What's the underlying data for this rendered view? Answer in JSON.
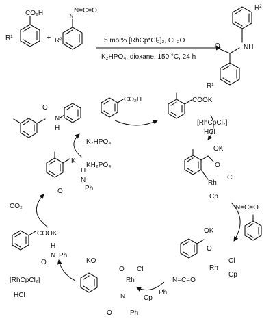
{
  "reaction": {
    "acid_group": "CO₂H",
    "acid_substituent": "R¹",
    "isocyanate_group": "N=C=O",
    "iso_substituent": "R²",
    "plus": "+",
    "conditions_line1": "5 mol% [RhCp*Cl₂]₂, Cu₂O",
    "conditions_line2": "K₂HPO₄, dioxane, 150 °C, 24 h",
    "product_r2": "R²",
    "product_o": "O",
    "product_nh": "NH",
    "product_r1": "R¹"
  },
  "cycle": {
    "benzoic_acid_label": "CO₂H",
    "potassium_salt_label": "COOK",
    "catalyst_in": "[RhCpCl₂]",
    "hcl_out_top": "HCl",
    "rhodacycle": {
      "ok": "OK",
      "o": "O",
      "rh": "Rh",
      "cl": "Cl",
      "cp": "Cp"
    },
    "isocyanate_in": "N=C=O",
    "complex": {
      "ok": "OK",
      "o": "O",
      "rh": "Rh",
      "cl": "Cl",
      "cp": "Cp",
      "n_c_o": "N=C=O",
      "ph": "Ph"
    },
    "inserted": {
      "ko": "KO",
      "o1": "O",
      "o2": "O",
      "rh": "Rh",
      "cl": "Cl",
      "n": "N",
      "cp": "Cp",
      "ph": "Ph"
    },
    "catalyst_out": "[RhCpCl₂]",
    "hcl_out_bottom": "HCl",
    "amide_salt": {
      "cook": "COOK",
      "o": "O",
      "nh": "N",
      "h": "H",
      "ph": "Ph"
    },
    "co2_out": "CO₂",
    "aryl_k": {
      "k": "K",
      "o": "O",
      "nh": "N",
      "h": "H",
      "ph": "Ph"
    },
    "kh2po4": "KH₂PO₄",
    "k2hpo4": "K₂HPO₄",
    "final": {
      "o": "O",
      "n": "N",
      "h": "H"
    }
  }
}
